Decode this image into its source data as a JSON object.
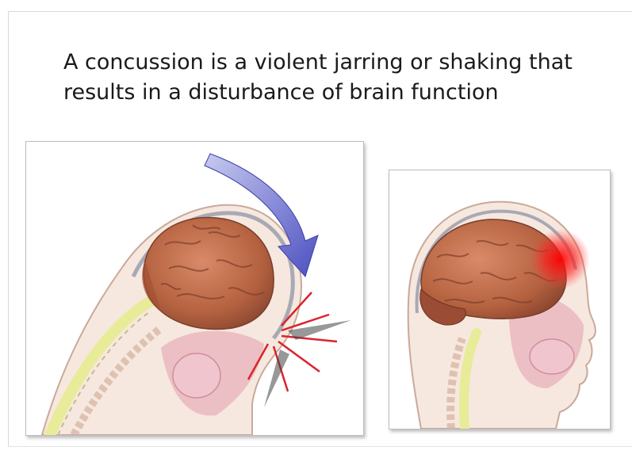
{
  "headline": {
    "line1": "A concussion is a violent jarring or shaking that",
    "line2": "results in a disturbance of brain function"
  },
  "illustrations": {
    "left": {
      "icon": "head-impact-illustration",
      "arrow_color": "#5b5fc9",
      "impact_color": "#d9242c"
    },
    "right": {
      "icon": "brain-injury-illustration",
      "highlight_color": "#ff1a1a"
    }
  },
  "colors": {
    "brain": "#c47455",
    "brain_dark": "#8e4a33",
    "skin": "#f4e3d8",
    "spine": "#e9ec9c",
    "tissue": "#e9b5bf"
  }
}
